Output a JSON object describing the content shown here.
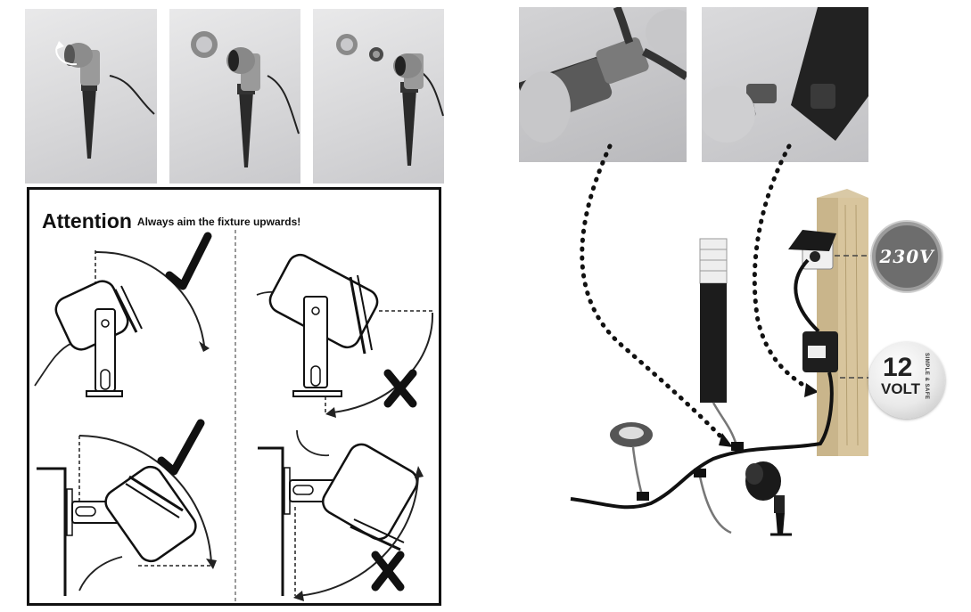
{
  "panel": {
    "heading": "Attention",
    "subheading": "Always aim the fixture upwards!"
  },
  "badges": {
    "mains": "230V",
    "volt_number": "12",
    "volt_unit": "VOLT",
    "volt_tagline": "SIMPLE & SAFE"
  },
  "marks": {
    "correct": "check-mark",
    "wrong": "cross-mark"
  },
  "colors": {
    "badge_230_fill": "#6d6d6d",
    "outline": "#111111",
    "photo_bg": "#d8d8da"
  }
}
